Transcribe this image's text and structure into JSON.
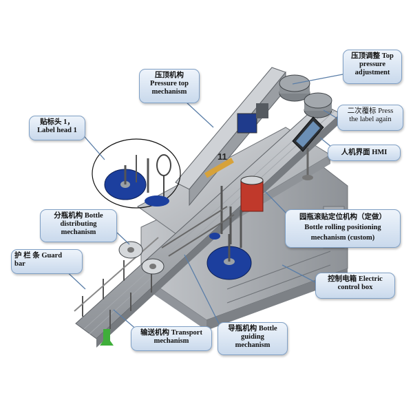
{
  "diagram": {
    "labels": {
      "top_pressure_adjustment": {
        "zh": "压顶调整",
        "en1": "Top",
        "en2": "pressure",
        "en3": "adjustment"
      },
      "press_label_again": {
        "zh": "二次覆标",
        "en1": "Press",
        "en2": "the label again"
      },
      "hmi": {
        "zh": "人机界面",
        "en": "HMI"
      },
      "pressure_top_mechanism": {
        "zh": "压顶机构",
        "en1": "Pressure top",
        "en2": "mechanism"
      },
      "label_head_1": {
        "zh": "贴标头 1，",
        "en": "Label head 1"
      },
      "bottle_distributing": {
        "zh": "分瓶机构",
        "en1": "Bottle",
        "en2": "distributing",
        "en3": "mechanism"
      },
      "bottle_rolling": {
        "zh": "园瓶滚贴定位机构（定做）",
        "en1": "Bottle rolling positioning",
        "en2": "mechanism (custom)"
      },
      "guard_bar": {
        "zh": "护 栏 条",
        "en1": "Guard",
        "en2": "bar"
      },
      "electric_control_box": {
        "zh": "控制电箱",
        "en1": "Electric",
        "en2": "control box"
      },
      "transport_mechanism": {
        "zh": "输送机构",
        "en1": "Transport",
        "en2": "mechanism"
      },
      "bottle_guiding": {
        "zh": "导瓶机构",
        "en1": "Bottle",
        "en2": "guiding",
        "en3": "mechanism"
      }
    },
    "machine_number": "11",
    "colors": {
      "callout_border": "#7f9fc4",
      "frame_gray": "#b9bcc0",
      "plate_blue": "#1c3f9e",
      "accent_red": "#c0392b",
      "leader": "#5a7ea8"
    }
  }
}
